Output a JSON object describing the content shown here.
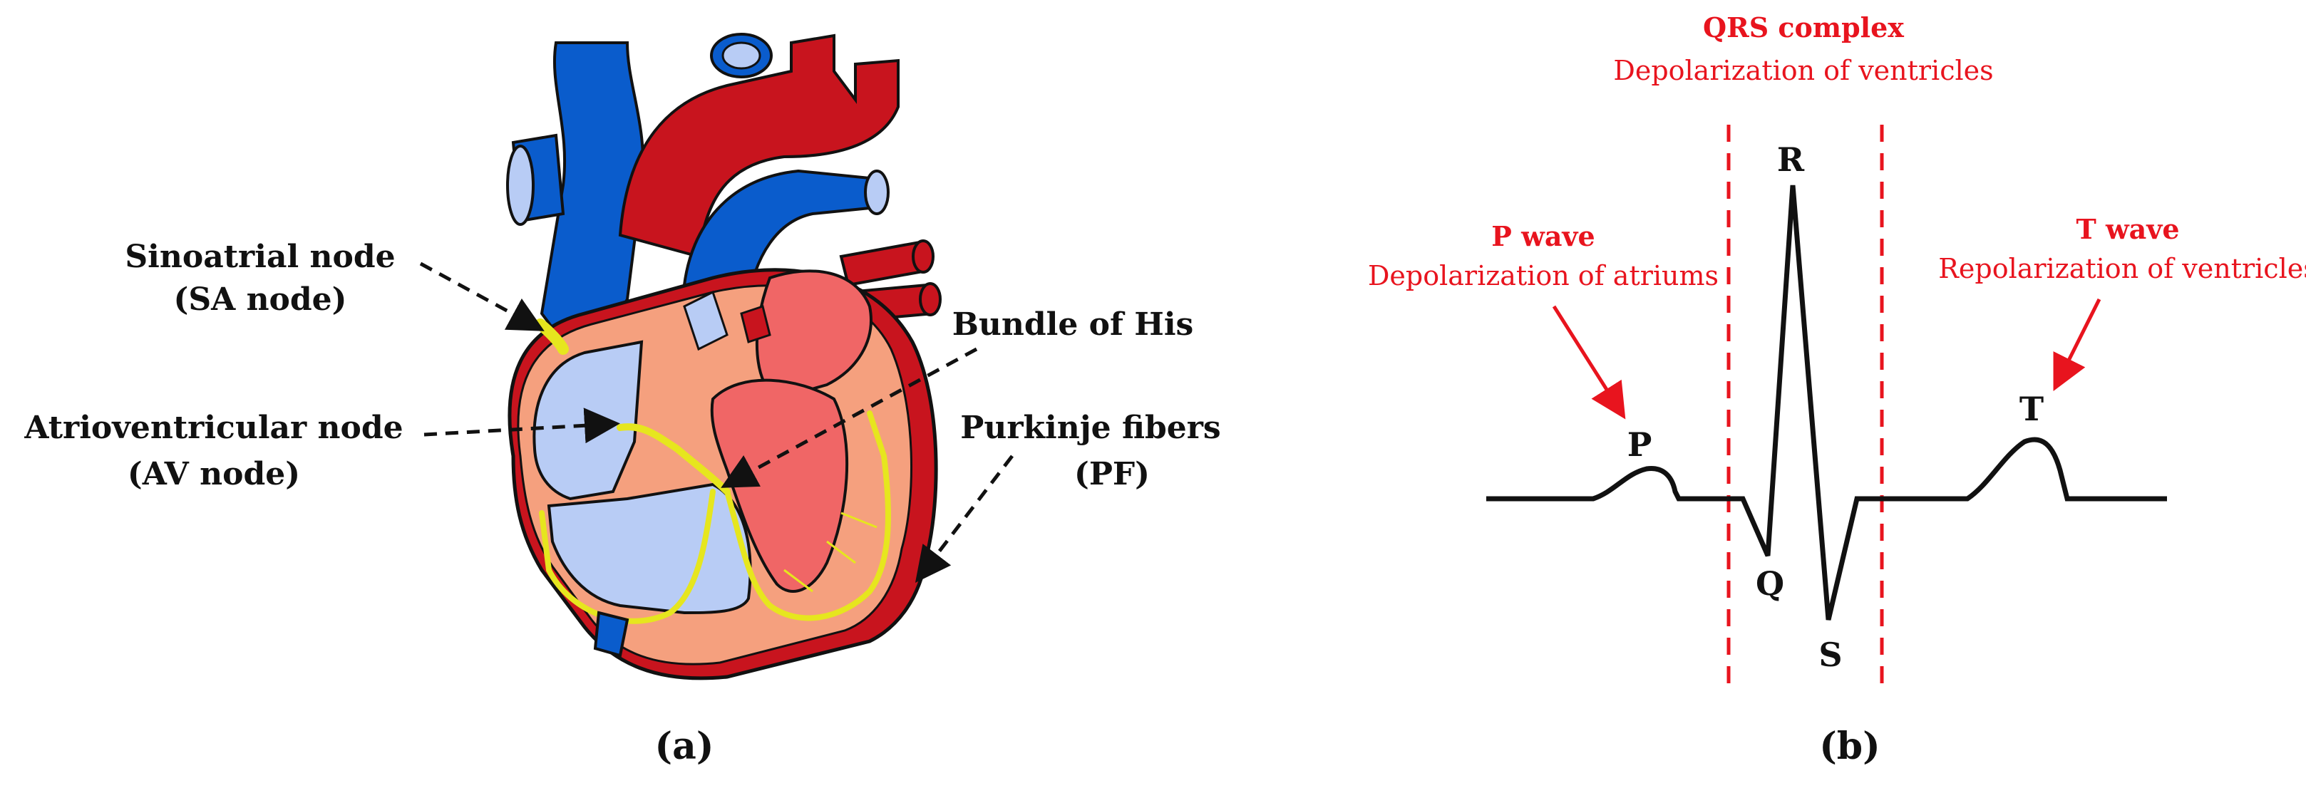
{
  "panel_a": {
    "caption": "(a)",
    "labels": {
      "sa_line1": "Sinoatrial node",
      "sa_line2": "(SA node)",
      "av_line1": "Atrioventricular node",
      "av_line2": "(AV node)",
      "his": "Bundle of His",
      "pf_line1": "Purkinje fibers",
      "pf_line2": "(PF)"
    }
  },
  "panel_b": {
    "caption": "(b)",
    "qrs_title": "QRS complex",
    "qrs_desc": "Depolarization of ventricles",
    "p_title": "P wave",
    "p_desc": "Depolarization of atriums",
    "t_title": "T wave",
    "t_desc": "Repolarization of ventricles",
    "wave_labels": {
      "p": "P",
      "q": "Q",
      "r": "R",
      "s": "S",
      "t": "T"
    }
  },
  "colors": {
    "annotation_red": "#e8141e",
    "deoxygenated_blue": "#0a5ccc",
    "oxygenated_red": "#c8141e",
    "conduction_yellow": "#e6e61e",
    "atria_light_blue": "#b8ccf5",
    "ventricle_pink": "#f06666",
    "tissue_salmon": "#f5a07e"
  }
}
